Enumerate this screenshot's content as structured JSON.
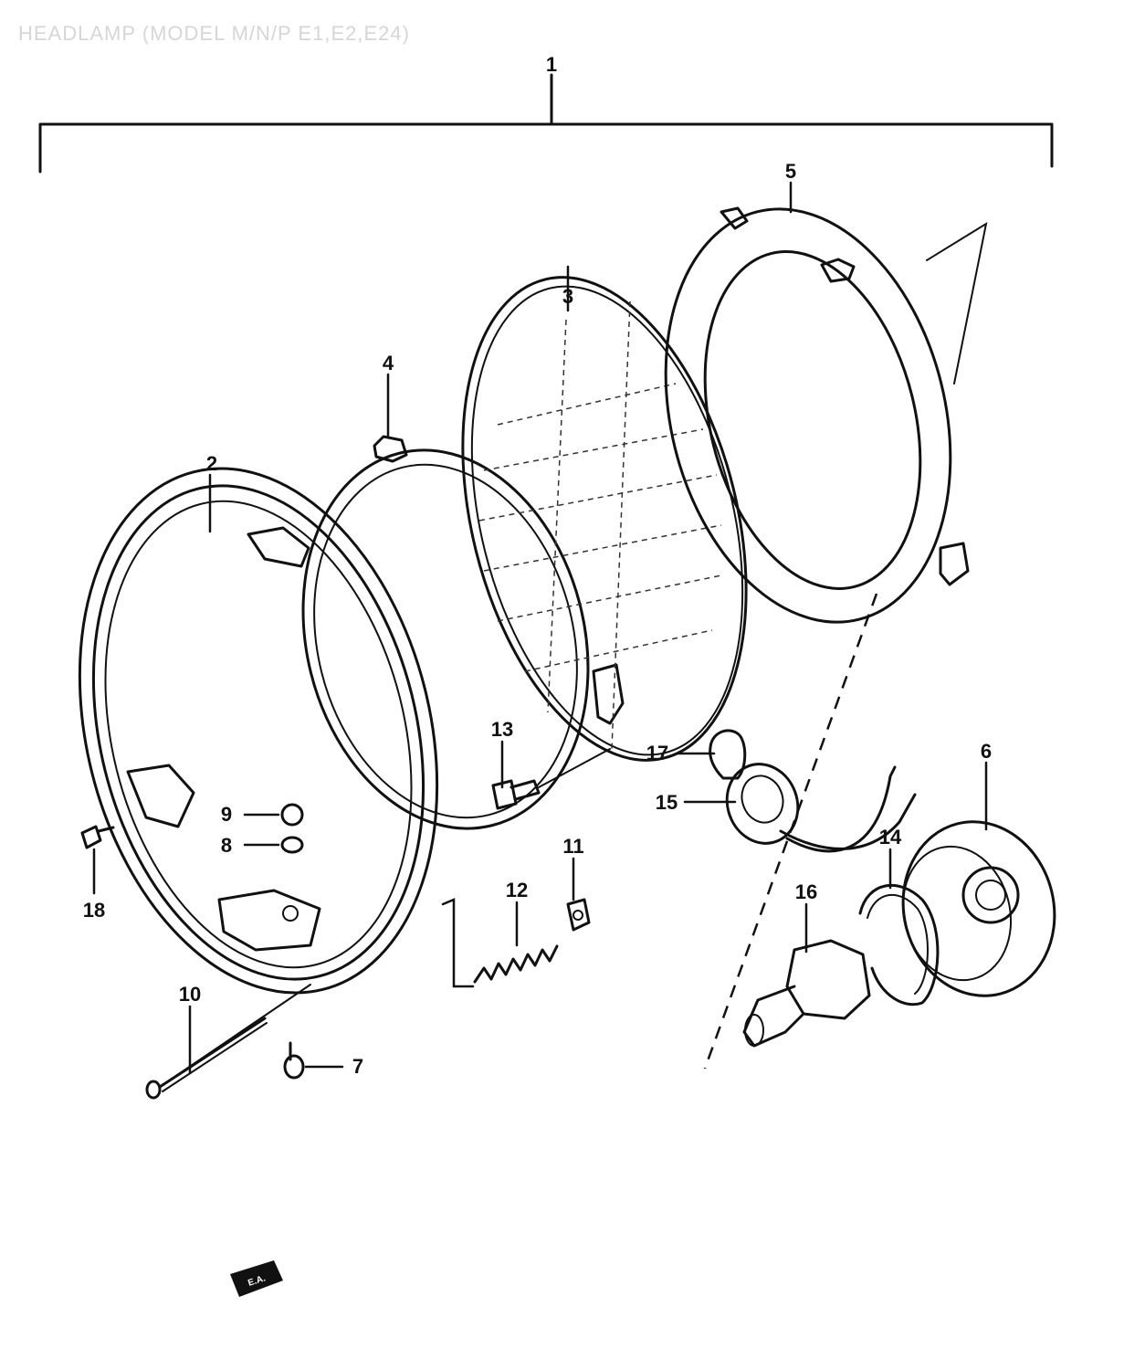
{
  "title": "HEADLAMP (MODEL M/N/P E1,E2,E24)",
  "callouts": {
    "c1": "1",
    "c2": "2",
    "c3": "3",
    "c4": "4",
    "c5": "5",
    "c6": "6",
    "c7": "7",
    "c8": "8",
    "c9": "9",
    "c10": "10",
    "c11": "11",
    "c12": "12",
    "c13": "13",
    "c14": "14",
    "c15": "15",
    "c16": "16",
    "c17": "17",
    "c18": "18"
  },
  "stamp": "E.A."
}
